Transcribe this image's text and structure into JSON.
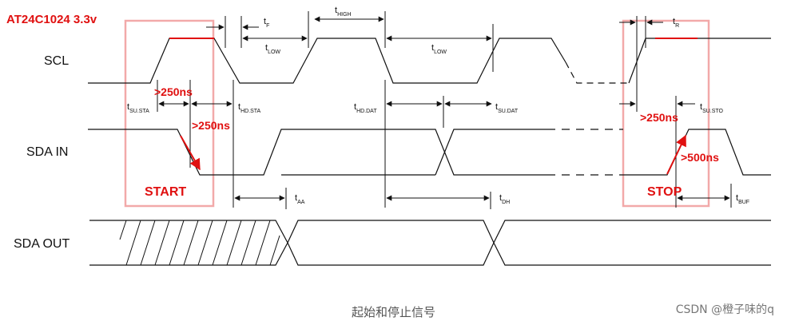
{
  "title": "AT24C1024 3.3v",
  "signals": {
    "scl": "SCL",
    "sda_in": "SDA IN",
    "sda_out": "SDA OUT"
  },
  "timings": {
    "t_f": {
      "t": "t",
      "sub": "F"
    },
    "t_high": {
      "t": "t",
      "sub": "HIGH"
    },
    "t_r": {
      "t": "t",
      "sub": "R"
    },
    "t_low_1": {
      "t": "t",
      "sub": "LOW"
    },
    "t_low_2": {
      "t": "t",
      "sub": "LOW"
    },
    "t_su_sta": {
      "t": "t",
      "sub": "SU.STA"
    },
    "t_hd_sta": {
      "t": "t",
      "sub": "HD.STA"
    },
    "t_hd_dat": {
      "t": "t",
      "sub": "HD.DAT"
    },
    "t_su_dat": {
      "t": "t",
      "sub": "SU.DAT"
    },
    "t_su_sto": {
      "t": "t",
      "sub": "SU.STO"
    },
    "t_aa": {
      "t": "t",
      "sub": "AA"
    },
    "t_dh": {
      "t": "t",
      "sub": "DH"
    },
    "t_buf": {
      "t": "t",
      "sub": "BUF"
    }
  },
  "annotations": {
    "start_setup": ">250ns",
    "start_hold": ">250ns",
    "stop_setup": ">250ns",
    "stop_rise": ">500ns",
    "start_label": "START",
    "stop_label": "STOP"
  },
  "caption": "起始和停止信号",
  "watermark": "CSDN @橙子味的q",
  "colors": {
    "accent": "#e01010",
    "box": "#f2a9a9",
    "line": "#111111"
  }
}
